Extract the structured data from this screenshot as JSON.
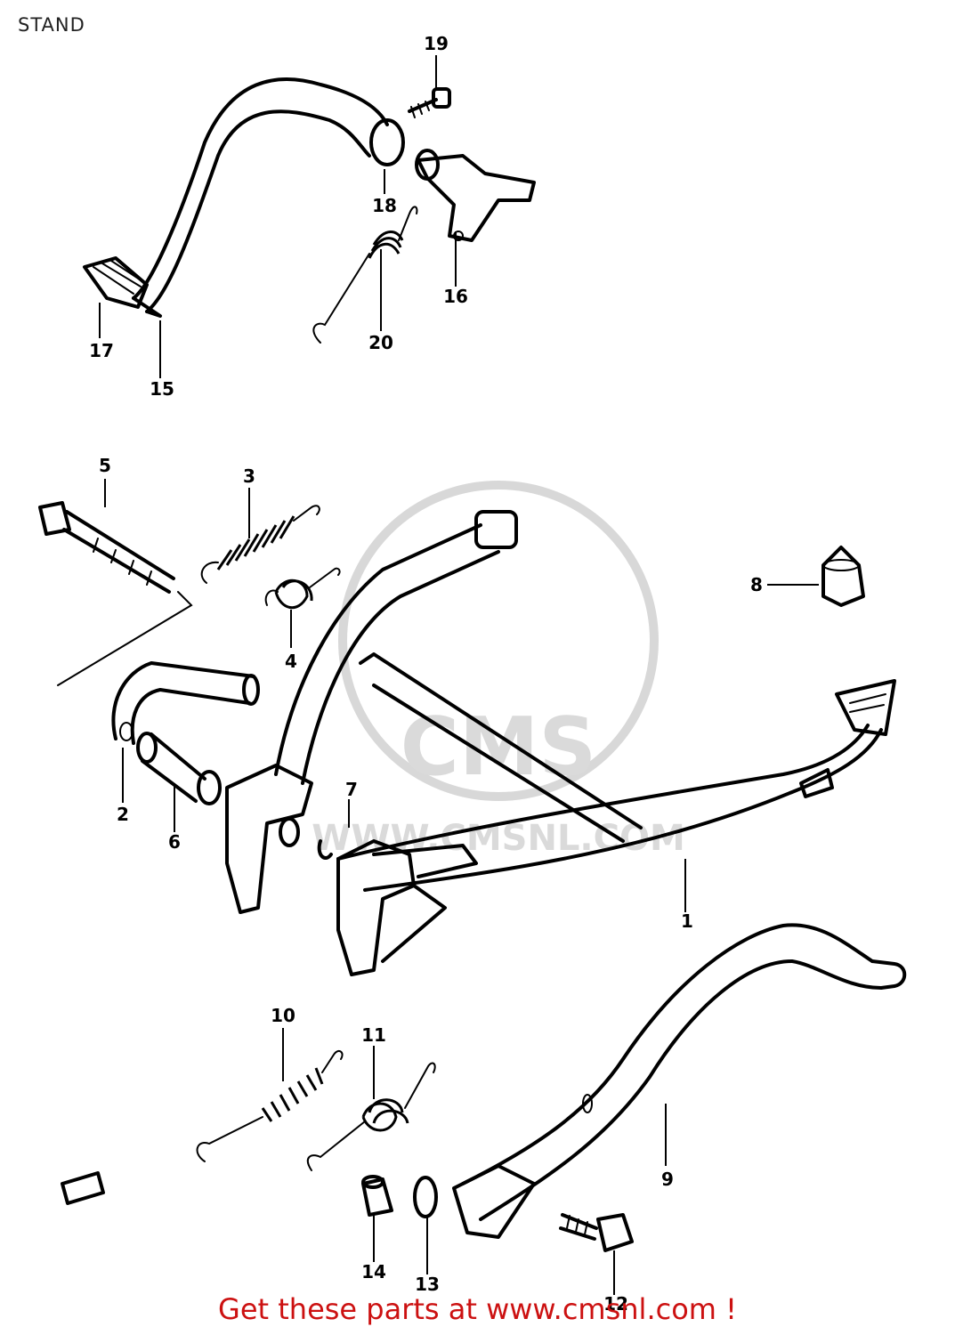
{
  "title": "STAND",
  "footer": "Get these parts at www.cmsnl.com !",
  "watermark": {
    "logo": "CMS",
    "url": "WWW.CMSNL.COM"
  },
  "callouts": [
    "19",
    "18",
    "16",
    "17",
    "15",
    "20",
    "5",
    "3",
    "4",
    "2",
    "6",
    "7",
    "1",
    "8",
    "10",
    "11",
    "9",
    "14",
    "13",
    "12"
  ],
  "colors": {
    "footer": "#cc1111",
    "line": "#000000",
    "watermark": "#d8d8d8"
  }
}
